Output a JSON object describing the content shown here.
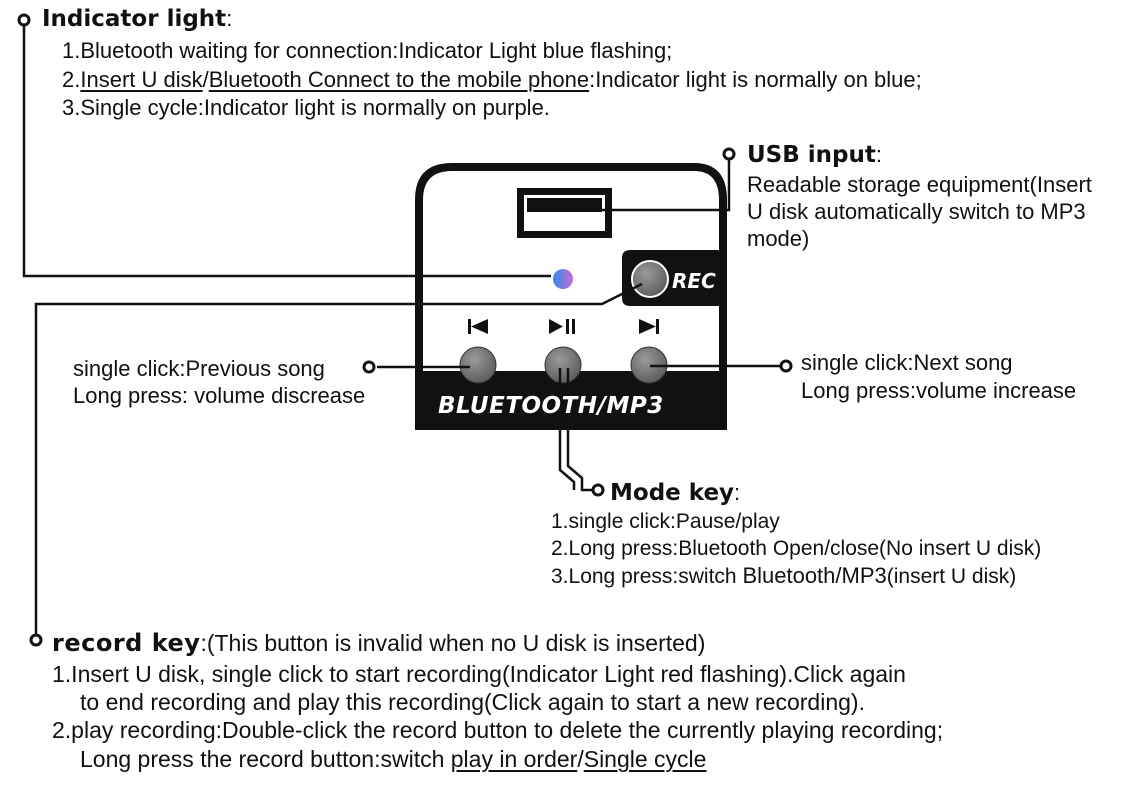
{
  "indicator": {
    "title": "Indicator light",
    "sep": ":",
    "line1": "1.Bluetooth waiting for connection:Indicator Light blue flashing;",
    "line2_prefix": "2.",
    "line2_u1": "Insert U disk",
    "line2_slash": "/",
    "line2_u2": "Bluetooth Connect to the mobile phone",
    "line2_rest": ":Indicator light is normally on blue;",
    "line3": "3.Single cycle:Indicator light is normally on purple."
  },
  "usb": {
    "title": "USB input",
    "sep": ":",
    "line1": "Readable storage equipment(Insert",
    "line2": "U disk automatically switch to MP3",
    "line3": "mode)"
  },
  "device": {
    "brand": "BLUETOOTH/MP3",
    "rec_label": "REC",
    "led_color": "#3a8fe0",
    "panel_color": "#111111",
    "face_color": "#ffffff"
  },
  "prev": {
    "line1": "single click:Previous song",
    "line2": "Long press: volume discrease"
  },
  "next": {
    "line1": "single click:Next song",
    "line2": "Long press:volume increase"
  },
  "mode": {
    "title": "Mode key",
    "sep": ":",
    "line1": "1.single click:Pause/play",
    "line2": "2.Long press:Bluetooth  Open/close(No insert U disk)",
    "line3_a": "3.Long press:switch ",
    "line3_b": "Bluetooth/MP3",
    "line3_c": "(insert U disk)"
  },
  "record": {
    "title": "record key",
    "note": ":(This button is invalid when no U disk is inserted)",
    "line1": "1.Insert U disk, single click to start recording(Indicator Light red flashing).Click again",
    "line1b": "to end recording and play this recording(Click again to start a new recording).",
    "line2": "2.play recording:Double-click the record button to delete the currently playing recording;",
    "line2b_a": "Long press the record button:switch  ",
    "line2b_u1": "play in order",
    "line2b_slash": "/",
    "line2b_u2": "Single cycle"
  },
  "icons": [
    "prev-track-icon",
    "play-pause-icon",
    "next-track-icon"
  ]
}
